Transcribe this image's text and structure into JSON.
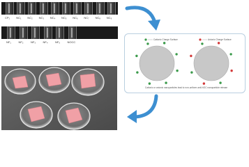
{
  "vials": {
    "row1_labels": [
      "CP₁",
      "NC₁",
      "NC₂",
      "NC₃",
      "NC₄",
      "NC₅",
      "NC₆",
      "NC₇",
      "NC₈",
      "NC₉"
    ],
    "row2_labels": [
      "NF₁",
      "NF₂",
      "NF₃",
      "NF₄",
      "NF₅",
      "NOCC"
    ]
  },
  "schematic": {
    "left_legend": "Cationic Charge Surface",
    "right_legend": "Anionic Charge Surface",
    "caption": "Cationic or anionic nanoparticles lead to non-uniform anti-NOC nanoparticle release"
  },
  "colors": {
    "arrow": "#3d8fd1",
    "panel_border": "#b9cfe0",
    "particle_core": "#c8c8c8",
    "cationic_dot": "#3a9a4a",
    "anionic_dot": "#d33a3a",
    "sample_pink": "#f0a0a6",
    "dish_background": "#5e5e5e"
  }
}
